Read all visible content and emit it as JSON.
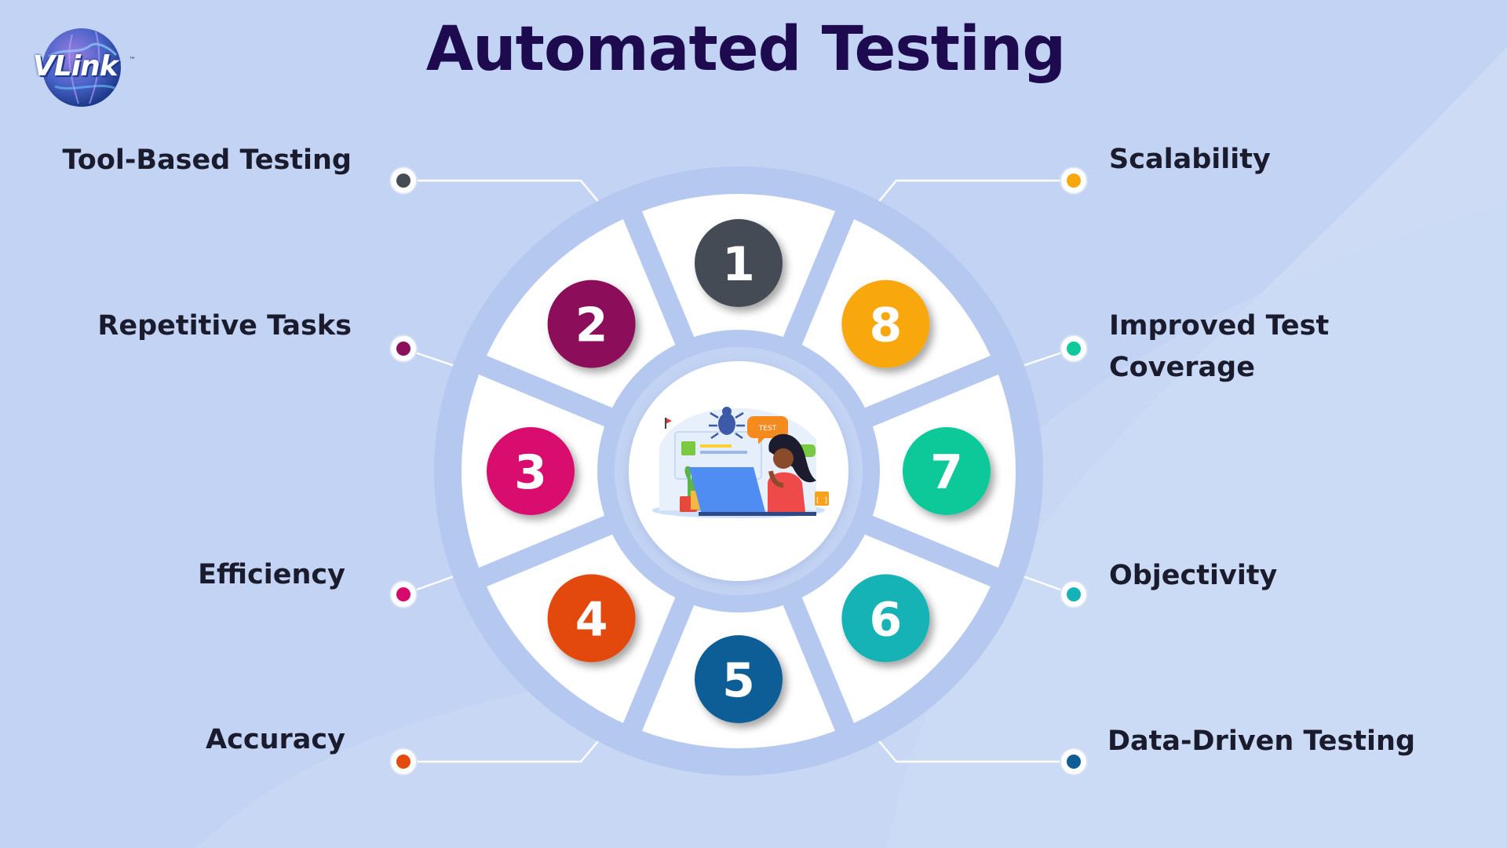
{
  "title": "Automated Testing",
  "logo": {
    "text": "VLink",
    "mark": "™"
  },
  "center_image": {
    "name": "tester-laptop-illustration",
    "bubble_text": "TEST"
  },
  "steps": [
    {
      "number": "1",
      "label_lines": [
        "Tool-Based Testing"
      ],
      "color": "#454c54"
    },
    {
      "number": "2",
      "label_lines": [
        "Repetitive Tasks"
      ],
      "color": "#8c0f5a"
    },
    {
      "number": "3",
      "label_lines": [
        "Efficiency"
      ],
      "color": "#d8096d"
    },
    {
      "number": "4",
      "label_lines": [
        "Accuracy"
      ],
      "color": "#e34a0c"
    },
    {
      "number": "5",
      "label_lines": [
        "Data-Driven Testing"
      ],
      "color": "#0f5d97"
    },
    {
      "number": "6",
      "label_lines": [
        "Objectivity"
      ],
      "color": "#16b3b6"
    },
    {
      "number": "7",
      "label_lines": [
        "Improved Test",
        "Coverage"
      ],
      "color": "#10c99a"
    },
    {
      "number": "8",
      "label_lines": [
        "Scalability"
      ],
      "color": "#f8a70d"
    }
  ],
  "colors": {
    "background": "#c3d3f3",
    "ring": "#b5c8ef",
    "segment": "#ffffff",
    "title": "#1e0b4f",
    "text": "#1b1b2e"
  }
}
